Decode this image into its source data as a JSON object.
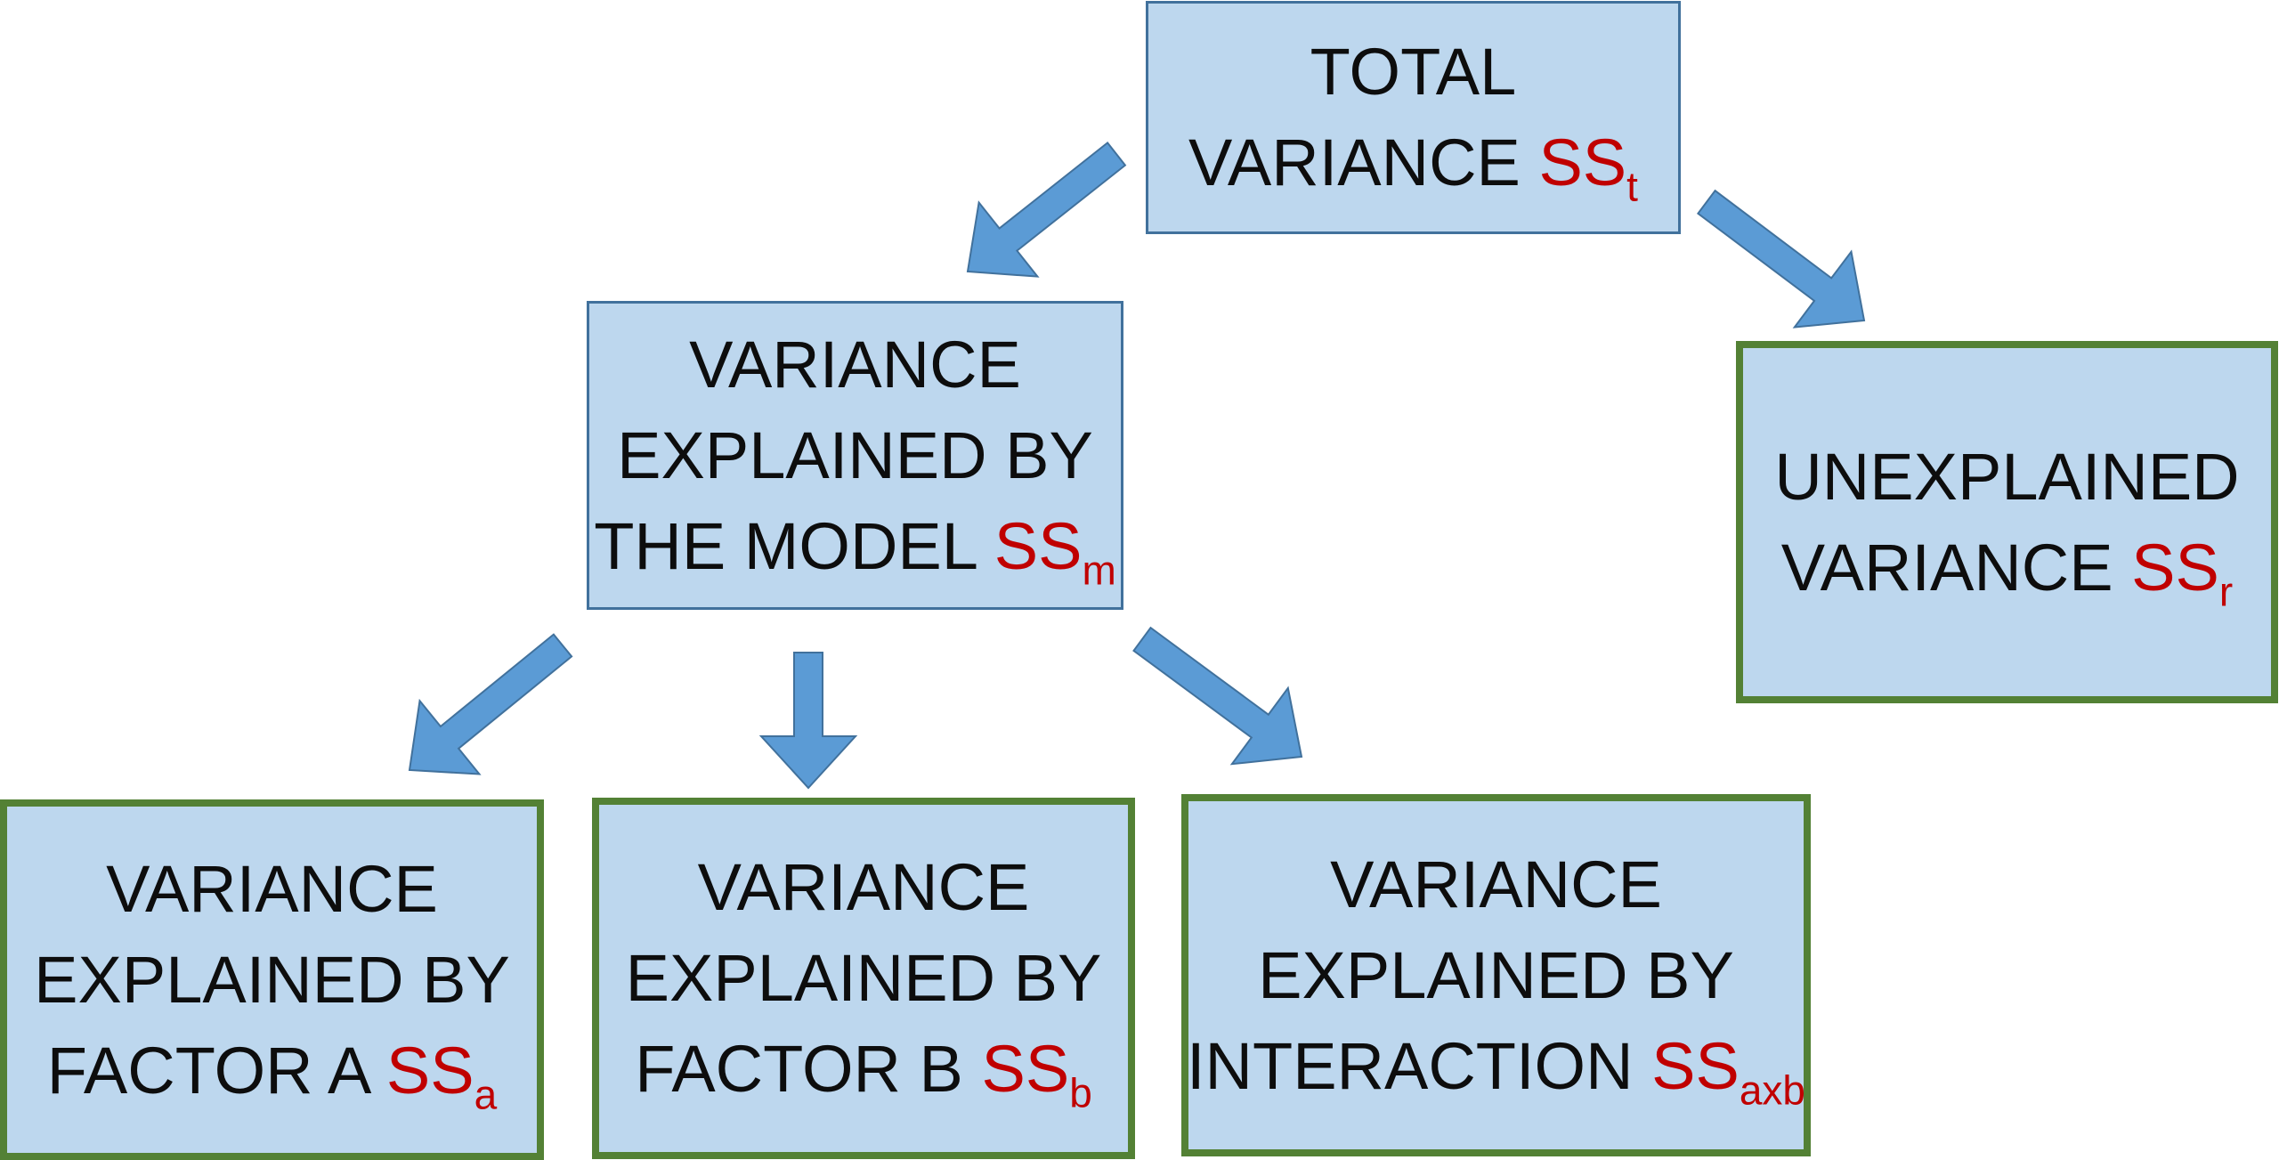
{
  "colors": {
    "box_fill": "#bdd7ee",
    "blue_border": "#41719c",
    "green_border": "#538135",
    "arrow_fill": "#5b9bd5",
    "arrow_stroke": "#41719c",
    "ss_color": "#c00000",
    "text_color": "#0d0d0d"
  },
  "nodes": {
    "total": {
      "lines": [
        "TOTAL"
      ],
      "last_line": "VARIANCE",
      "ss": "SS",
      "sub": "t"
    },
    "model": {
      "lines": [
        "VARIANCE",
        "EXPLAINED BY"
      ],
      "last_line": "THE MODEL",
      "ss": "SS",
      "sub": "m"
    },
    "residual": {
      "lines": [
        "UNEXPLAINED"
      ],
      "last_line": "VARIANCE",
      "ss": "SS",
      "sub": "r"
    },
    "factor_a": {
      "lines": [
        "VARIANCE",
        "EXPLAINED BY"
      ],
      "last_line": "FACTOR A",
      "ss": "SS",
      "sub": "a"
    },
    "factor_b": {
      "lines": [
        "VARIANCE",
        "EXPLAINED BY"
      ],
      "last_line": "FACTOR B",
      "ss": "SS",
      "sub": "b"
    },
    "interaction": {
      "lines": [
        "VARIANCE",
        "EXPLAINED BY"
      ],
      "last_line": "INTERACTION",
      "ss": "SS",
      "sub": "axb"
    }
  },
  "edges": [
    {
      "from": "total",
      "to": "model"
    },
    {
      "from": "total",
      "to": "residual"
    },
    {
      "from": "model",
      "to": "factor_a"
    },
    {
      "from": "model",
      "to": "factor_b"
    },
    {
      "from": "model",
      "to": "interaction"
    }
  ]
}
